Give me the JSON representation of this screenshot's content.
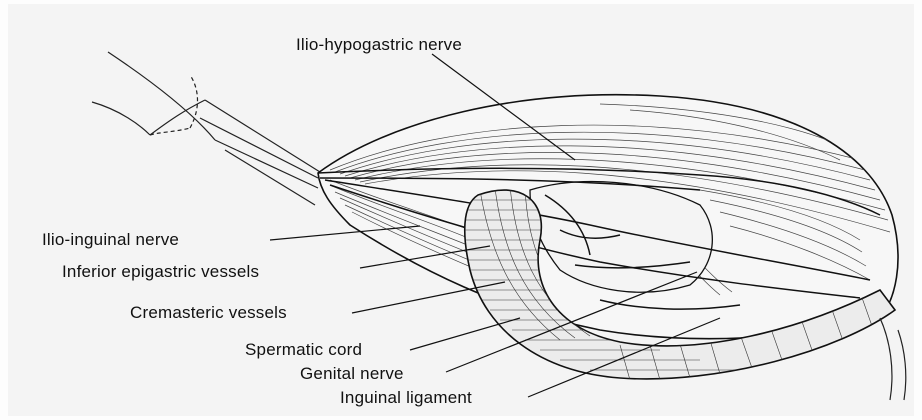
{
  "labels": {
    "ilio_hypogastric": "Ilio-hypogastric nerve",
    "ilio_inguinal": "Ilio-inguinal nerve",
    "inferior_epigastric": "Inferior epigastric vessels",
    "cremasteric": "Cremasteric vessels",
    "spermatic_cord": "Spermatic cord",
    "genital_nerve": "Genital nerve",
    "inguinal_ligament": "Inguinal ligament"
  },
  "colors": {
    "ink": "#111111",
    "paper": "#f4f4f4",
    "cord": "#e9e9e9"
  }
}
